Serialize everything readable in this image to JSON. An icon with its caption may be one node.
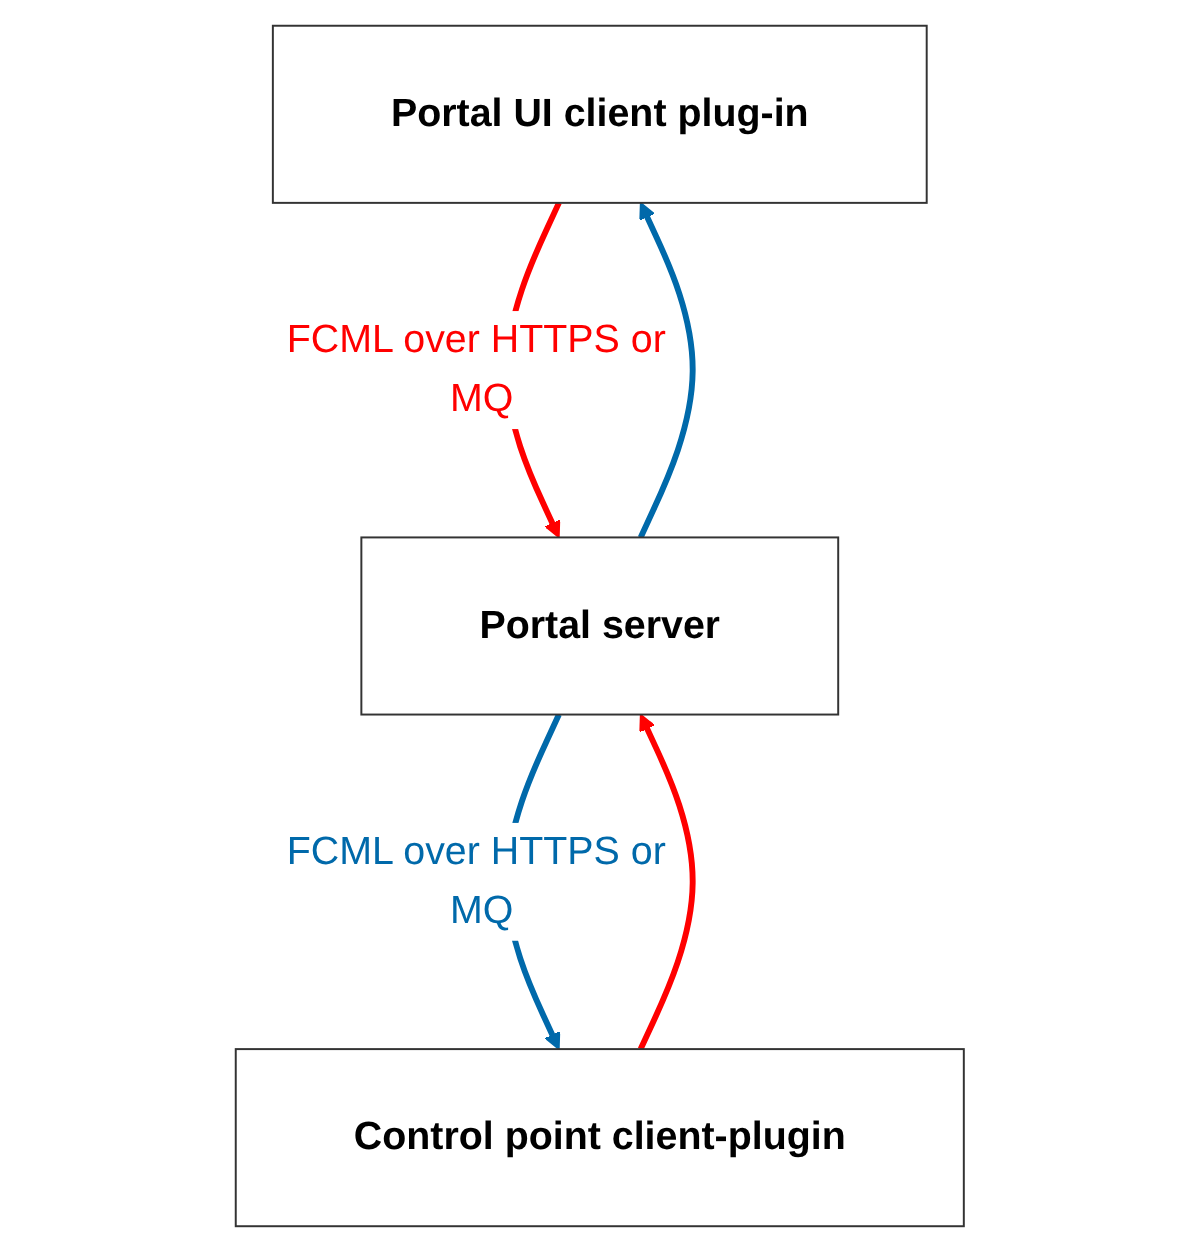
{
  "diagram": {
    "nodes": [
      {
        "text": [
          "Portal UI client plug-in"
        ]
      },
      {
        "text": [
          "Portal server"
        ]
      },
      {
        "text": [
          "Control point client-plugin"
        ]
      }
    ],
    "edges": [
      {
        "from": 0,
        "to": 1,
        "arrow": "to",
        "color": "#ff0000",
        "label": "FCML over HTTPS or MQ"
      },
      {
        "from": 1,
        "to": 0,
        "arrow": "to",
        "color": "#0069aa"
      },
      {
        "from": 1,
        "to": 2,
        "arrow": "to",
        "color": "#0069aa",
        "label": "FCML over HTTPS or MQ"
      },
      {
        "from": 2,
        "to": 1,
        "arrow": "to",
        "color": "#ff0000"
      }
    ]
  }
}
